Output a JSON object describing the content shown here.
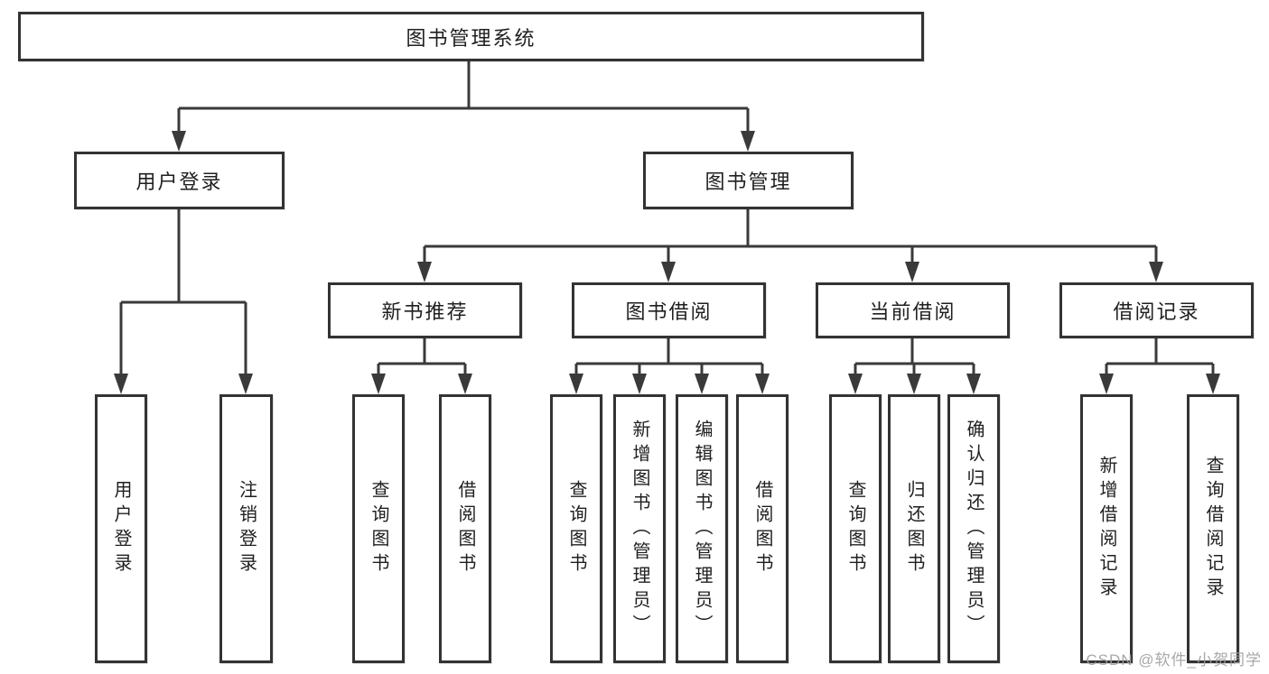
{
  "title": "图书管理系统",
  "watermark": "CSDN @软件_小贺同学",
  "colors": {
    "line": "#3a3a3a",
    "box_border": "#333333",
    "text": "#1f1f1f",
    "watermark": "#9e9e9e",
    "background": "#ffffff"
  },
  "tree": {
    "label": "图书管理系统",
    "children": [
      {
        "label": "用户登录",
        "children": [
          {
            "label": "用户登录"
          },
          {
            "label": "注销登录"
          }
        ]
      },
      {
        "label": "图书管理",
        "children": [
          {
            "label": "新书推荐",
            "children": [
              {
                "label": "查询图书"
              },
              {
                "label": "借阅图书"
              }
            ]
          },
          {
            "label": "图书借阅",
            "children": [
              {
                "label": "查询图书"
              },
              {
                "label": "新增图书（管理员）"
              },
              {
                "label": "编辑图书（管理员）"
              },
              {
                "label": "借阅图书"
              }
            ]
          },
          {
            "label": "当前借阅",
            "children": [
              {
                "label": "查询图书"
              },
              {
                "label": "归还图书"
              },
              {
                "label": "确认归还（管理员）"
              }
            ]
          },
          {
            "label": "借阅记录",
            "children": [
              {
                "label": "新增借阅记录"
              },
              {
                "label": "查询借阅记录"
              }
            ]
          }
        ]
      }
    ]
  }
}
